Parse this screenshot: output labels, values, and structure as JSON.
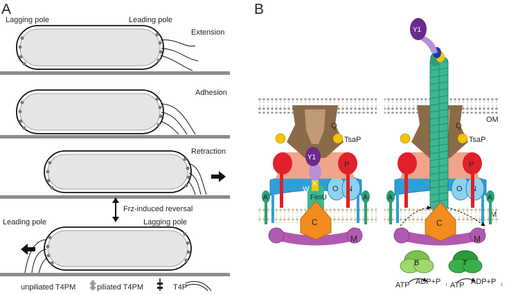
{
  "panel_a": {
    "label": "A",
    "lagging_pole_top": "Lagging pole",
    "leading_pole_top": "Leading pole",
    "stages": [
      "Extension",
      "Adhesion",
      "Retraction"
    ],
    "reversal": "Frz-induced reversal",
    "leading_pole_bottom": "Leading pole",
    "lagging_pole_bottom": "Lagging pole",
    "legend": {
      "unpiliated": "unpiliated T4PM",
      "piliated": "piliated T4PM",
      "t4p": "T4P"
    }
  },
  "panel_b": {
    "label": "B",
    "layer_om": "OM",
    "layer_im": "IM",
    "proteins": {
      "q": "Q",
      "tsap": "TsaP",
      "y1": "Y1",
      "p": "P",
      "o": "O",
      "n": "N",
      "a": "A",
      "m": "M",
      "c": "C",
      "w": "W",
      "x": "X",
      "fimu": "FimU",
      "b": "B",
      "t": "T"
    },
    "energy": {
      "atp_b": "ATP",
      "adp_b": "ADP+P",
      "atp_t": "ATP",
      "adp_t": "ADP+P",
      "subscript": "i"
    }
  },
  "colors": {
    "substrate": "#8c8c8c",
    "cell_fill": "#e6e6e6",
    "q_brown": "#8b6a48",
    "q_light": "#c09a74",
    "tsap_yellow": "#f5c400",
    "p_red": "#e0202a",
    "salmon": "#f2a48a",
    "o_blue": "#2f9fd8",
    "o_light": "#8dd3f0",
    "y1_purple": "#6b2a8c",
    "pilus_teal": "#3bb894",
    "a_green": "#2e9e78",
    "m_magenta": "#b05ab0",
    "c_orange": "#f28c1e",
    "b_green": "#7cc24a",
    "t_green": "#2a9a3a"
  }
}
